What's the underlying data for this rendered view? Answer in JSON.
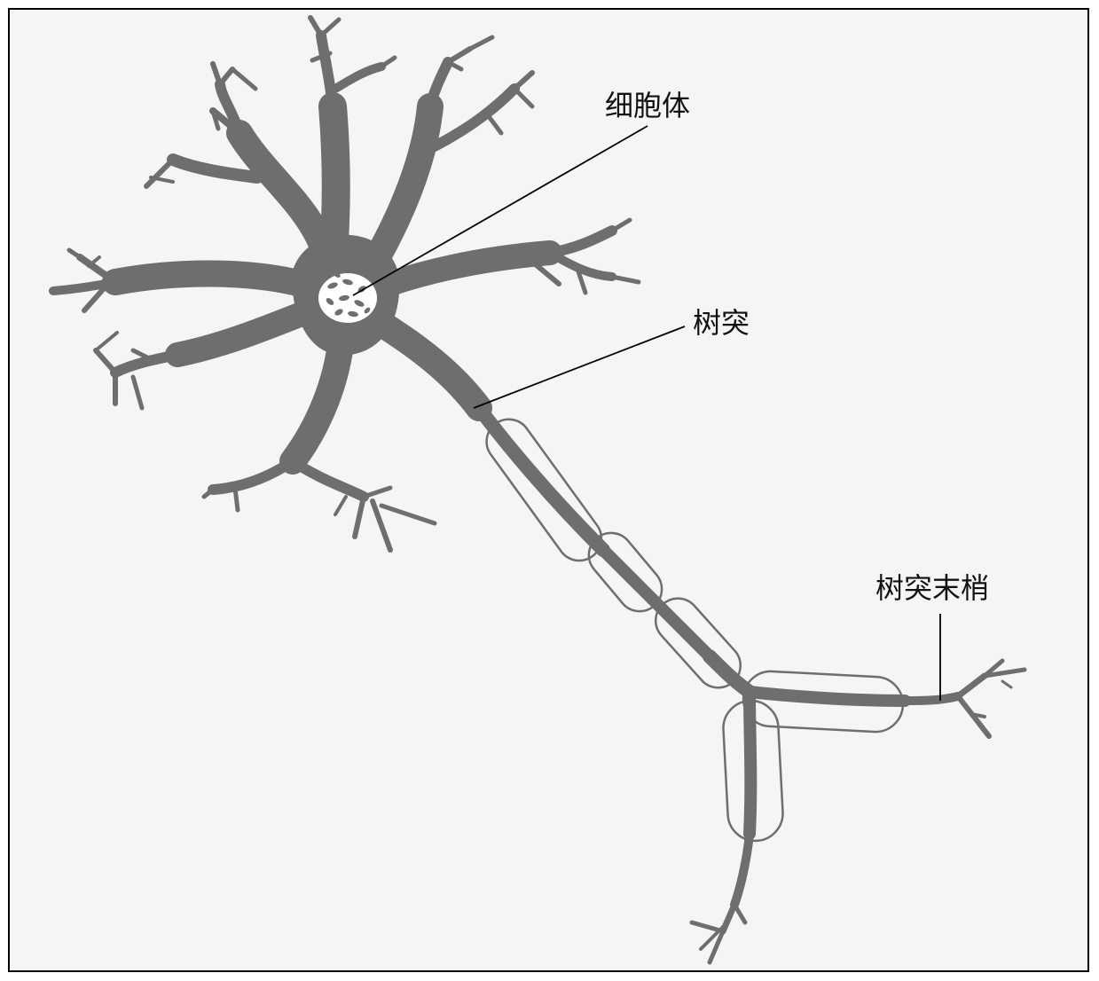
{
  "diagram": {
    "labels": {
      "cell_body": "细胞体",
      "dendrite": "树突",
      "dendrite_terminal": "树突末梢"
    },
    "colors": {
      "neuron_fill": "#6e6e6e",
      "sheath_stroke": "#6e6e6e",
      "background": "#f5f5f5",
      "frame": "#000000",
      "leader_line": "#000000",
      "nucleus_fill": "#ffffff"
    }
  }
}
